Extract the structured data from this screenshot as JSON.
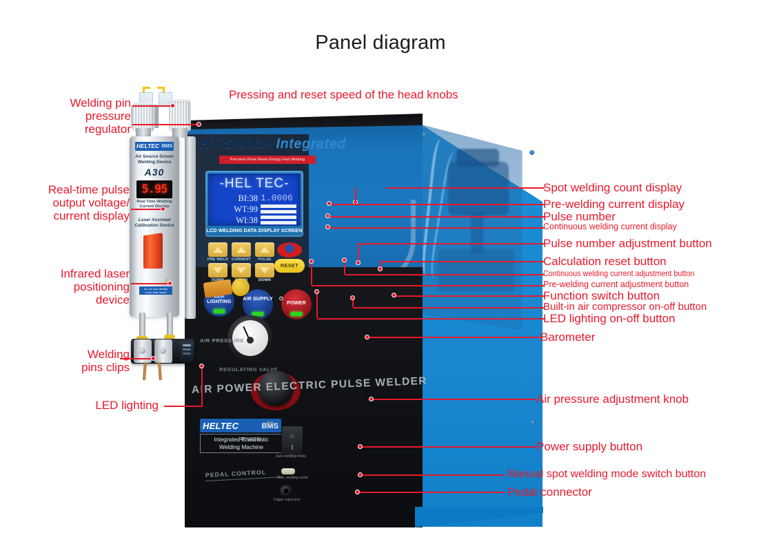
{
  "title": "Panel diagram",
  "colors": {
    "annotation_red": "#e8192c",
    "panel_blue": "#1b8fd6",
    "machine_black": "#101216",
    "lcd_blue": "#1445c8"
  },
  "labels_left": [
    {
      "id": "welding-pin-pressure-regulator",
      "text": "Welding pin\npressure\nregulator"
    },
    {
      "id": "real-time-pulse-display",
      "text": "Real-time pulse\noutput voltage/\ncurrent display"
    },
    {
      "id": "infrared-laser-positioning-device",
      "text": "Infrared laser\npositioning\ndevice"
    },
    {
      "id": "welding-pins-clips",
      "text": "Welding\npins clips"
    },
    {
      "id": "led-lighting",
      "text": "LED lighting"
    }
  ],
  "labels_top": [
    {
      "id": "head-knobs-speed",
      "text": "Pressing and reset speed of the head knobs"
    }
  ],
  "labels_right": [
    {
      "id": "spot-welding-count-display",
      "text": "Spot welding count display",
      "size": "s17"
    },
    {
      "id": "pre-welding-current-display",
      "text": "Pre-welding current display",
      "size": "s17"
    },
    {
      "id": "pulse-number",
      "text": "Pulse number",
      "size": "s17"
    },
    {
      "id": "continuous-welding-current-display",
      "text": "Continuous welding current display",
      "size": "s13"
    },
    {
      "id": "pulse-number-adjustment-button",
      "text": "Pulse number adjustment button",
      "size": "s17"
    },
    {
      "id": "calculation-reset-button",
      "text": "Calculation reset button",
      "size": "s17"
    },
    {
      "id": "continuous-welding-current-adjustment-button",
      "text": "Continuous welding current adjustment button",
      "size": "s12"
    },
    {
      "id": "pre-welding-current-adjustment-button",
      "text": "Pre-welding current adjustment button",
      "size": "s13"
    },
    {
      "id": "function-switch-button",
      "text": "Function switch button",
      "size": "s17"
    },
    {
      "id": "built-in-air-compressor-button",
      "text": "Built-in air compressor on-off button",
      "size": "s15"
    },
    {
      "id": "led-lighting-on-off-button",
      "text": "LED lighting on-off button",
      "size": "s17"
    },
    {
      "id": "barometer",
      "text": "Barometer",
      "size": "s17"
    },
    {
      "id": "air-pressure-adjustment-knob",
      "text": "Air pressure adjustment knob",
      "size": "s17"
    },
    {
      "id": "power-supply-button",
      "text": "Power supply button",
      "size": "s17"
    },
    {
      "id": "manual-spot-welding-mode-switch-button",
      "text": "Manual spot welding mode switch button",
      "size": "s16"
    },
    {
      "id": "pedal-connector",
      "text": "Pedal connector",
      "size": "s17"
    }
  ],
  "machine": {
    "model": "HT-SW03A",
    "model_suffix": "Integrated",
    "tagline": "Precision Pulse Beam Energy Fast Welding",
    "front_text": "AIR POWER ELECTRIC PULSE WELDER",
    "brand": "HELTEC",
    "brand_sub": "BMS",
    "brand_caption": "Integrated Pneumatic\nWelding Machine",
    "regulating_text": "REGULATING VALVE",
    "air_pressure_text": "AIR PRESSURE",
    "power_text": "POWER",
    "on_text": "ON",
    "pedal_text": "PEDAL CONTROL",
    "manual_mode_text": "Man. welding mode",
    "manual_mode_sub": "Auto welding mode",
    "pedal_port_text": "Trigger input port",
    "power_off_glyph": "○",
    "power_on_glyph": "I"
  },
  "lcd": {
    "header": "-HEL TEC-",
    "rows": [
      {
        "label": "BI:38"
      },
      {
        "label": "WT:99"
      },
      {
        "label": "WI:38"
      }
    ],
    "count_value": "1.0006",
    "caption": "LCD WELDING DATA DISPLAY SCREEN"
  },
  "controls": {
    "arrow_up": "UP",
    "arrow_down": "DOWN",
    "col_labels": [
      "PRE WELD",
      "CURRENT",
      "PULSE"
    ],
    "reset_label": "RESET",
    "round_buttons": [
      {
        "id": "led-lighting-button",
        "label": "LED\nLIGHTING"
      },
      {
        "id": "air-supply-button",
        "label": "AIR\nSUPPLY"
      },
      {
        "id": "power-button",
        "label": "POWER"
      }
    ]
  },
  "head": {
    "brand": "HELTEC",
    "brand_sub": "BMS",
    "subtitle": "Air Source Driven\nWelding Device",
    "model": "A30",
    "display_value": "5.95",
    "display_caption": "Real Time Welding\nCurrent Display",
    "laser_caption": "Laser Assisted\nCalibration Device",
    "warning": "Do not look directly\nat the laser beam"
  }
}
